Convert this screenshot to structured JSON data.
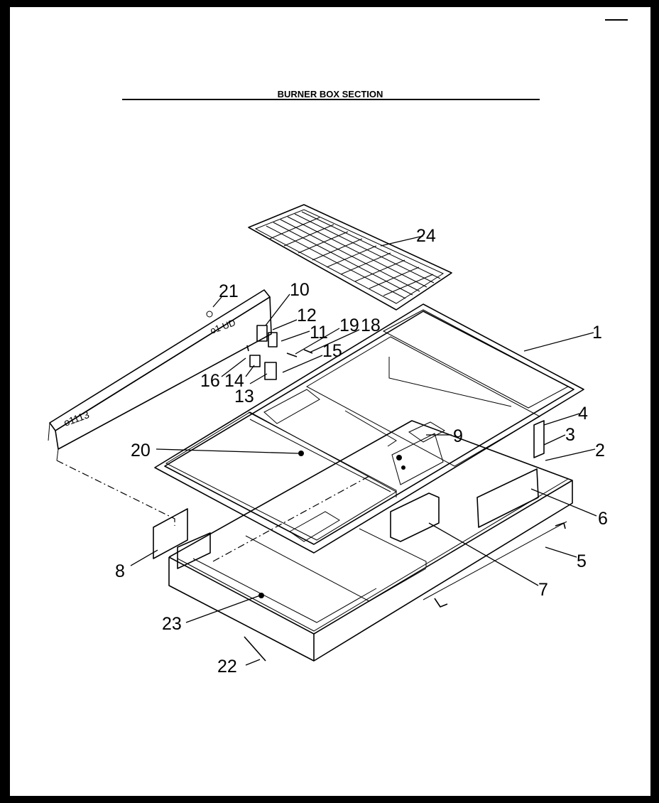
{
  "diagram": {
    "title": "BURNER BOX SECTION",
    "parts": [
      {
        "number": "24"
      },
      {
        "number": "21"
      },
      {
        "number": "10"
      },
      {
        "number": "12"
      },
      {
        "number": "11"
      },
      {
        "number": "19"
      },
      {
        "number": "18"
      },
      {
        "number": "1"
      },
      {
        "number": "16"
      },
      {
        "number": "14"
      },
      {
        "number": "15"
      },
      {
        "number": "13"
      },
      {
        "number": "4"
      },
      {
        "number": "3"
      },
      {
        "number": "20"
      },
      {
        "number": "9"
      },
      {
        "number": "2"
      },
      {
        "number": "6"
      },
      {
        "number": "8"
      },
      {
        "number": "5"
      },
      {
        "number": "7"
      },
      {
        "number": "23"
      },
      {
        "number": "22"
      }
    ]
  }
}
